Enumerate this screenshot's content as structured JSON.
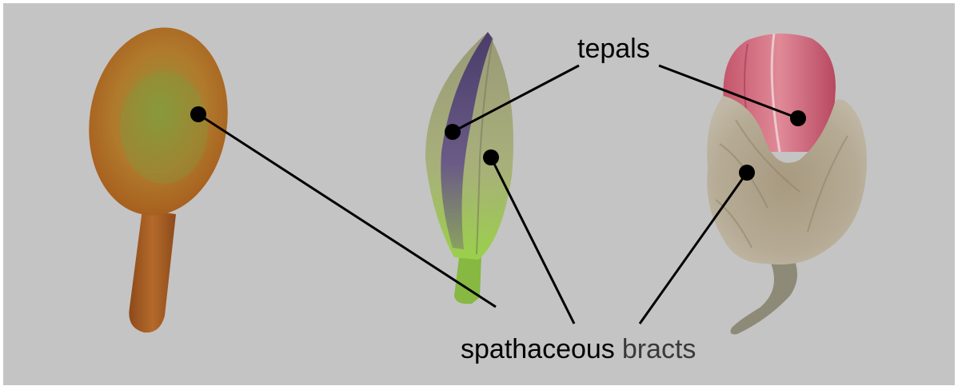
{
  "labels": {
    "tepals": "tepals",
    "spathaceous": "spathaceous",
    "bracts": "bracts"
  },
  "colors": {
    "background": "#c4c4c4",
    "frame": "#ffffff",
    "leader_line": "#000000",
    "bracts_text": "#3a3a3a"
  }
}
